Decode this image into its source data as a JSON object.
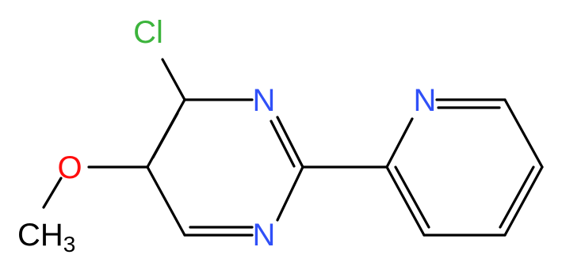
{
  "molecule": {
    "atoms": {
      "chlorine": "Cl",
      "pyrimidine_n3": "N",
      "pyridine_n": "N",
      "oxygen": "O",
      "pyrimidine_n1": "N",
      "methyl_c": "CH",
      "methyl_sub": "3"
    },
    "colors": {
      "chlorine": "#3cb43c",
      "nitrogen": "#3050f8",
      "oxygen": "#ff0d0d",
      "carbon": "#000000",
      "bond": "#000000"
    }
  }
}
